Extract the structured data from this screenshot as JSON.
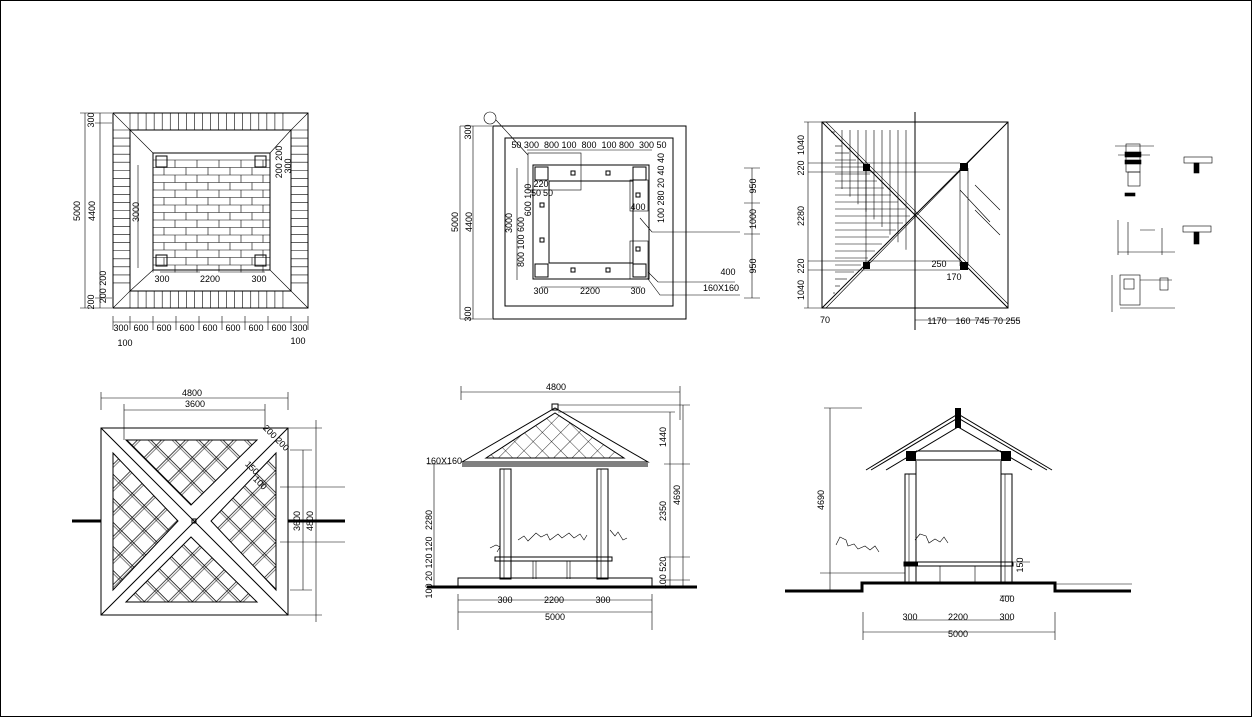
{
  "sheet": {
    "line_color": "#000000",
    "background": "#ffffff"
  },
  "floor_plan": {
    "left_dims": [
      "5000",
      "4400",
      "300",
      "200",
      "200 200"
    ],
    "bottom_dims": [
      "300",
      "600",
      "600",
      "600",
      "600",
      "600",
      "600",
      "600",
      "300"
    ],
    "bottom_small": [
      "100",
      "100"
    ],
    "inner_dims": [
      "3000",
      "300",
      "2200",
      "300",
      "200 200",
      "300"
    ]
  },
  "foundation_plan": {
    "top_dims": "50 300  800 100  800  100 800  300 50",
    "left_dims": [
      "5000",
      "4400",
      "3000",
      "300",
      "300",
      "800 100 600",
      "600 100"
    ],
    "right_dims": [
      "950",
      "1000",
      "950"
    ],
    "notes": [
      "400",
      "160X160",
      "220",
      "50",
      "50",
      "400",
      "100 280 20 40 40"
    ],
    "bottom_dims": [
      "300",
      "2200",
      "300"
    ]
  },
  "roof_structure_plan": {
    "left_dims": [
      "1040",
      "220",
      "2280",
      "220",
      "1040"
    ],
    "bottom_dims": [
      "70",
      "1170",
      "160",
      "745",
      "70",
      "255"
    ],
    "notes": [
      "250",
      "170"
    ]
  },
  "roof_plan": {
    "top_dims": [
      "4800",
      "3600"
    ],
    "right_dims": [
      "3600",
      "4800"
    ],
    "notes": [
      "200 200",
      "150",
      "100"
    ]
  },
  "elevation": {
    "top_dim": "4800",
    "right_dims": [
      "1440",
      "2350",
      "4690",
      "100 520"
    ],
    "left_dims": [
      "160X160",
      "2280",
      "100 20 120",
      "120"
    ],
    "bottom_dims": [
      "300",
      "2200",
      "300",
      "5000"
    ]
  },
  "section": {
    "left_dim": "4690",
    "notes": [
      "150",
      "400"
    ],
    "bottom_dims": [
      "300",
      "2200",
      "300",
      "5000"
    ]
  }
}
